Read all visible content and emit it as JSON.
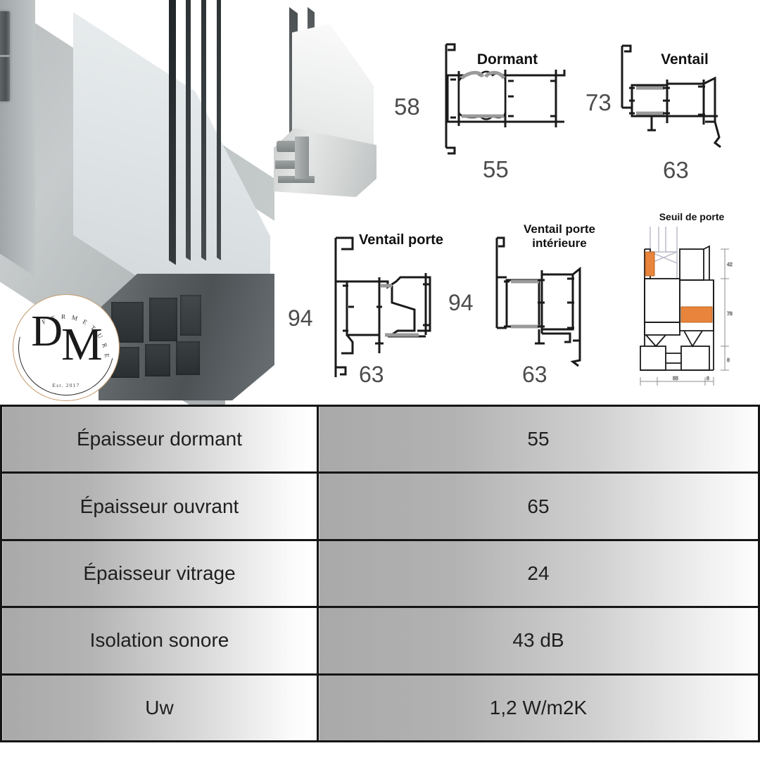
{
  "brand": {
    "logo_initials_d": "D",
    "logo_initials_m": "M",
    "logo_arc_text": "F E R M E T U R E S",
    "logo_est": "Est. 2017",
    "accent_color": "#c49a6c"
  },
  "photos": [
    {
      "name": "aluminium-window-corner-cutaway",
      "alt": "Coupe d'angle de fenêtre aluminium triple vitrage"
    },
    {
      "name": "white-window-profile-cutaway",
      "alt": "Coupe de profilé de fenêtre blanche"
    }
  ],
  "technical_drawings": [
    {
      "id": "dormant",
      "label": "Dormant",
      "height_dim": "58",
      "width_dim": "55"
    },
    {
      "id": "ventail",
      "label": "Ventail",
      "height_dim": "73",
      "width_dim": "63"
    },
    {
      "id": "ventail-porte",
      "label": "Ventail porte",
      "height_dim": "94",
      "height_dim_right": "94",
      "width_dim": "63"
    },
    {
      "id": "ventail-porte-interieure",
      "label_line1": "Ventail porte",
      "label_line2": "intérieure",
      "width_dim": "63"
    },
    {
      "id": "seuil-de-porte",
      "label": "Seuil de porte"
    }
  ],
  "spec_table": {
    "rows": [
      {
        "label": "Épaisseur dormant",
        "value": "55"
      },
      {
        "label": "Épaisseur ouvrant",
        "value": "65"
      },
      {
        "label": "Épaisseur vitrage",
        "value": "24"
      },
      {
        "label": "Isolation sonore",
        "value": "43 dB"
      },
      {
        "label": "Uw",
        "value": "1,2 W/m2K"
      }
    ]
  },
  "colors": {
    "table_border": "#151515",
    "table_gradient_start": "#a9a9a9",
    "table_gradient_end": "#ffffff",
    "drawing_stroke": "#1a1a1a",
    "dim_text": "#4c4c4c"
  }
}
